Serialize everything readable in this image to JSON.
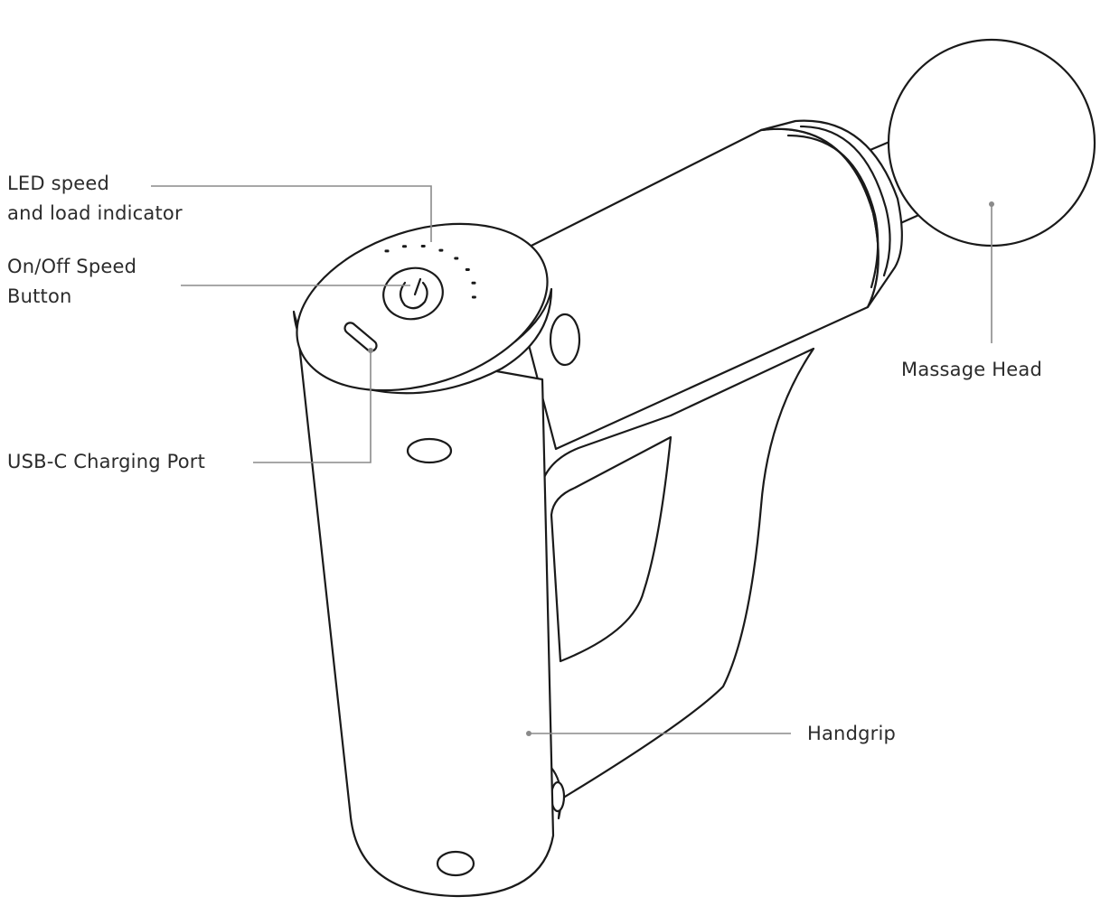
{
  "labels": {
    "led_indicator": {
      "line1": "LED speed",
      "line2": "and load indicator"
    },
    "power_button": {
      "line1": "On/Off Speed",
      "line2": "Button"
    },
    "usb_port": {
      "text": "USB-C Charging Port"
    },
    "massage_head": {
      "text": "Massage Head"
    },
    "handgrip": {
      "text": "Handgrip"
    }
  },
  "colors": {
    "outline": "#1a1a1a",
    "leader_line": "#8a8a8a",
    "label_text": "#2b2b2b",
    "background": "#ffffff"
  },
  "led_indicator_count": 8
}
